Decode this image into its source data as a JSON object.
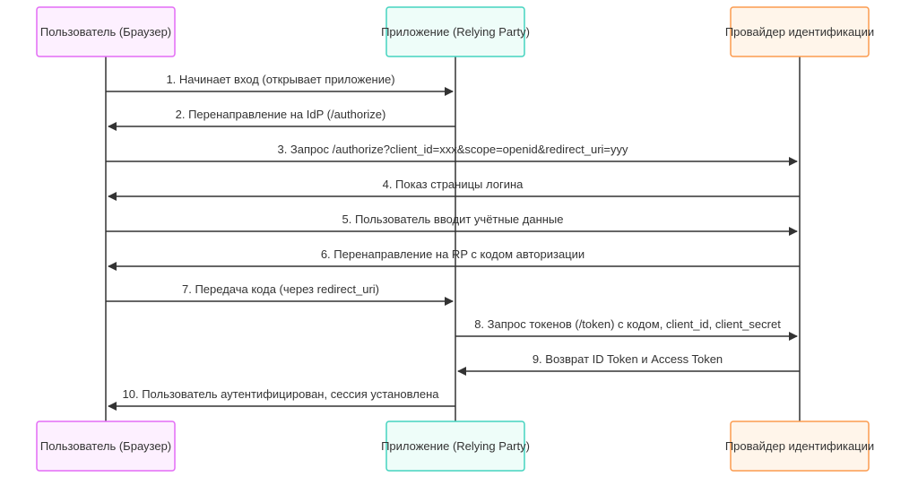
{
  "participants": [
    {
      "id": "user",
      "label": "Пользователь (Браузер)",
      "fill": "#fdf0ff",
      "stroke": "#e36cf5"
    },
    {
      "id": "rp",
      "label": "Приложение (Relying Party)",
      "fill": "#eefdf9",
      "stroke": "#45d3bf"
    },
    {
      "id": "idp",
      "label": "Провайдер идентификации",
      "fill": "#fff5ea",
      "stroke": "#fb9b4f"
    }
  ],
  "messages": [
    {
      "from": "user",
      "to": "rp",
      "label": "1. Начинает вход (открывает приложение)"
    },
    {
      "from": "rp",
      "to": "user",
      "label": "2. Перенаправление на IdP (/authorize)"
    },
    {
      "from": "user",
      "to": "idp",
      "label": "3. Запрос /authorize?client_id=xxx&scope=openid&redirect_uri=yyy"
    },
    {
      "from": "idp",
      "to": "user",
      "label": "4. Показ страницы логина"
    },
    {
      "from": "user",
      "to": "idp",
      "label": "5. Пользователь вводит учётные данные"
    },
    {
      "from": "idp",
      "to": "user",
      "label": "6. Перенаправление на RP с кодом авторизации"
    },
    {
      "from": "user",
      "to": "rp",
      "label": "7. Передача кода (через redirect_uri)"
    },
    {
      "from": "rp",
      "to": "idp",
      "label": "8. Запрос токенов (/token) с кодом, client_id, client_secret"
    },
    {
      "from": "idp",
      "to": "rp",
      "label": "9. Возврат ID Token и Access Token"
    },
    {
      "from": "rp",
      "to": "user",
      "label": "10. Пользователь аутентифицирован, сессия установлена"
    }
  ],
  "colors": {
    "line": "#333333",
    "text": "#333333"
  }
}
